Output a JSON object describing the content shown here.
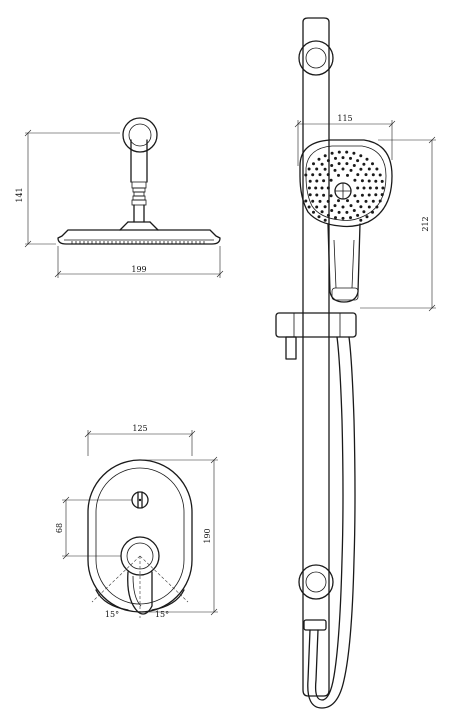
{
  "dimensions": {
    "overhead_width": "199",
    "overhead_height": "141",
    "handshower_width": "115",
    "handshower_height": "212",
    "valve_width": "125",
    "valve_height": "190",
    "valve_offset": "68",
    "angle_left": "15°",
    "angle_right": "15°"
  }
}
